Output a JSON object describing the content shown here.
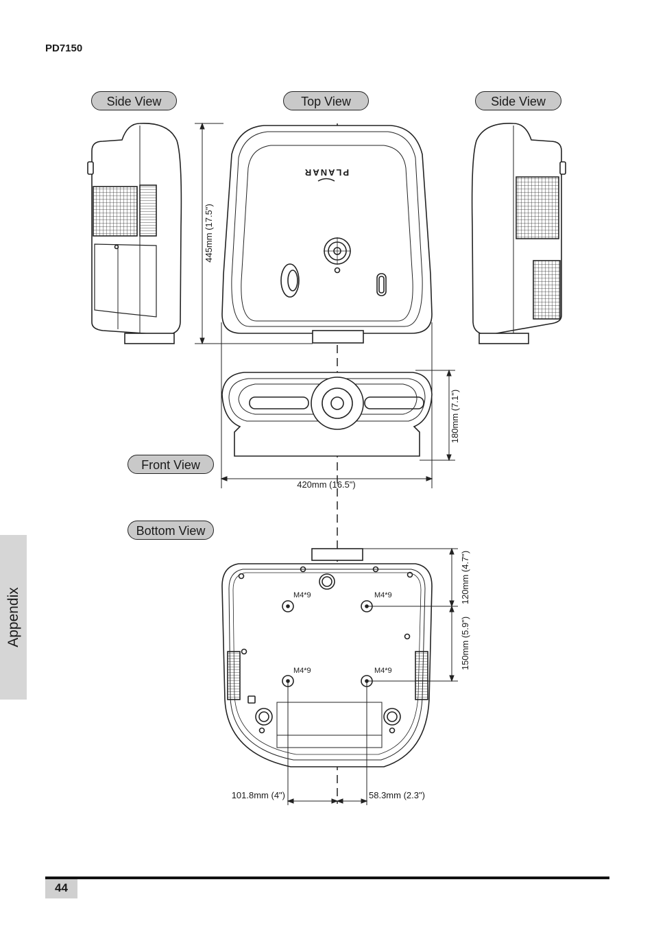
{
  "header": {
    "model": "PD7150"
  },
  "views": {
    "side_left": "Side View",
    "top": "Top View",
    "side_right": "Side View",
    "front": "Front View",
    "bottom": "Bottom View"
  },
  "brand_logo": "PLANAR",
  "dimensions": {
    "depth": "445mm (17.5\")",
    "height": "180mm (7.1\")",
    "width": "420mm (16.5\")",
    "mount_front": "120mm (4.7\")",
    "mount_spacing": "150mm (5.9\")",
    "offset_left": "101.8mm (4\")",
    "offset_right": "58.3mm (2.3\")"
  },
  "screw_holes": [
    "M4*9",
    "M4*9",
    "M4*9",
    "M4*9"
  ],
  "section_tab": "Appendix",
  "footer": {
    "page_number": "44"
  }
}
